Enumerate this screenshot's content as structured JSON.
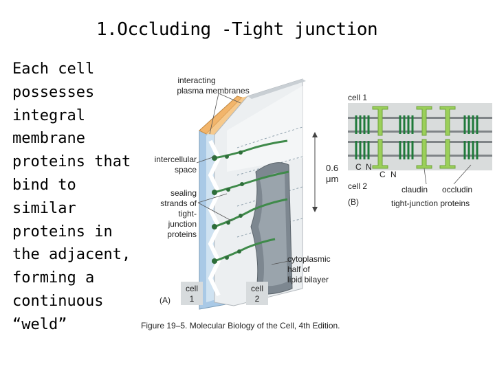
{
  "slide": {
    "title": "1.Occluding -Tight junction",
    "body_lines": [
      "Each cell",
      "possesses",
      "integral",
      "membrane",
      "proteins that",
      "bind to",
      "similar",
      "proteins in",
      "the adjacent,",
      "forming a",
      "continuous",
      "“weld”"
    ]
  },
  "figure_a": {
    "label_interacting_1": "interacting",
    "label_interacting_2": "plasma membranes",
    "label_intercellular_1": "intercellular",
    "label_intercellular_2": "space",
    "label_sealing_1": "sealing",
    "label_sealing_2": "strands of",
    "label_sealing_3": "tight-",
    "label_sealing_4": "junction",
    "label_sealing_5": "proteins",
    "label_distance_value": "0.6",
    "label_distance_unit": "μm",
    "label_cytoplasmic_1": "cytoplasmic",
    "label_cytoplasmic_2": "half of",
    "label_cytoplasmic_3": "lipid bilayer",
    "cell1_word": "cell",
    "cell1_num": "1",
    "cell2_word": "cell",
    "cell2_num": "2",
    "panel_label": "(A)"
  },
  "figure_b": {
    "label_cell1": "cell 1",
    "label_cell2": "cell 2",
    "label_c1": "C",
    "label_n1": "N",
    "label_c2": "C",
    "label_n2": "N",
    "label_claudin": "claudin",
    "label_occludin": "occludin",
    "label_tj": "tight-junction proteins",
    "panel_label": "(B)"
  },
  "caption": "Figure 19–5. Molecular Biology of the Cell, 4th Edition.",
  "colors": {
    "orange_membrane": "#f2b56b",
    "blue_membrane": "#9fc3e3",
    "strand_green": "#3f8a4a",
    "panel_grey": "#d9dcdc",
    "claudin_green": "#9bcf5a",
    "occludin_green": "#1f7a3a"
  }
}
